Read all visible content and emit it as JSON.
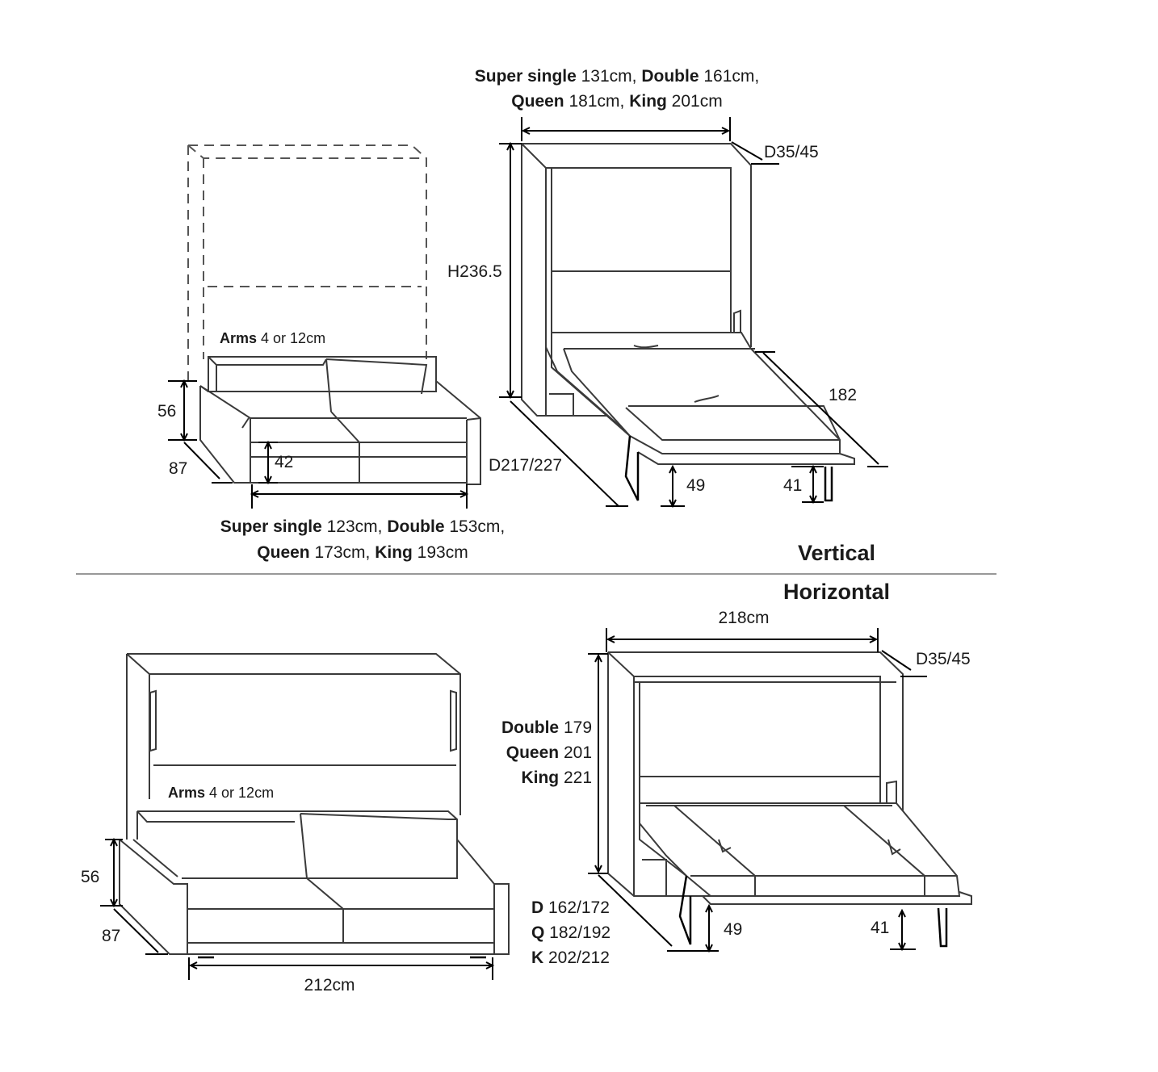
{
  "vertical": {
    "header": "Vertical",
    "top_width": {
      "line1": [
        {
          "b": "Super single",
          "v": " 131cm, "
        },
        {
          "b": "Double",
          "v": " 161cm,"
        }
      ],
      "line2": [
        {
          "b": "Queen",
          "v": " 181cm, "
        },
        {
          "b": "King",
          "v": " 201cm"
        }
      ]
    },
    "depth_top": "D35/45",
    "height": "H236.5",
    "bed_length": "182",
    "cabinet_depth": "D217/227",
    "bed_height": "49",
    "leg_height": "41",
    "sofa": {
      "arms_bold": "Arms",
      "arms_rest": " 4 or 12cm",
      "back_height": "56",
      "depth": "87",
      "seat_height": "42",
      "width_line1": [
        {
          "b": "Super single",
          "v": " 123cm, "
        },
        {
          "b": "Double",
          "v": " 153cm,"
        }
      ],
      "width_line2": [
        {
          "b": "Queen",
          "v": " 173cm, "
        },
        {
          "b": "King",
          "v": " 193cm"
        }
      ]
    }
  },
  "horizontal": {
    "header": "Horizontal",
    "width": "218cm",
    "depth_top": "D35/45",
    "height_list": [
      {
        "b": "Double",
        "v": " 179"
      },
      {
        "b": "Queen",
        "v": " 201"
      },
      {
        "b": "King",
        "v": " 221"
      }
    ],
    "depth_list": [
      {
        "b": "D",
        "v": " 162/172"
      },
      {
        "b": "Q",
        "v": " 182/192"
      },
      {
        "b": "K",
        "v": " 202/212"
      }
    ],
    "bed_height": "49",
    "leg_height": "41",
    "sofa": {
      "arms_bold": "Arms",
      "arms_rest": " 4 or 12cm",
      "back_height": "56",
      "depth": "87",
      "width": "212cm"
    }
  }
}
